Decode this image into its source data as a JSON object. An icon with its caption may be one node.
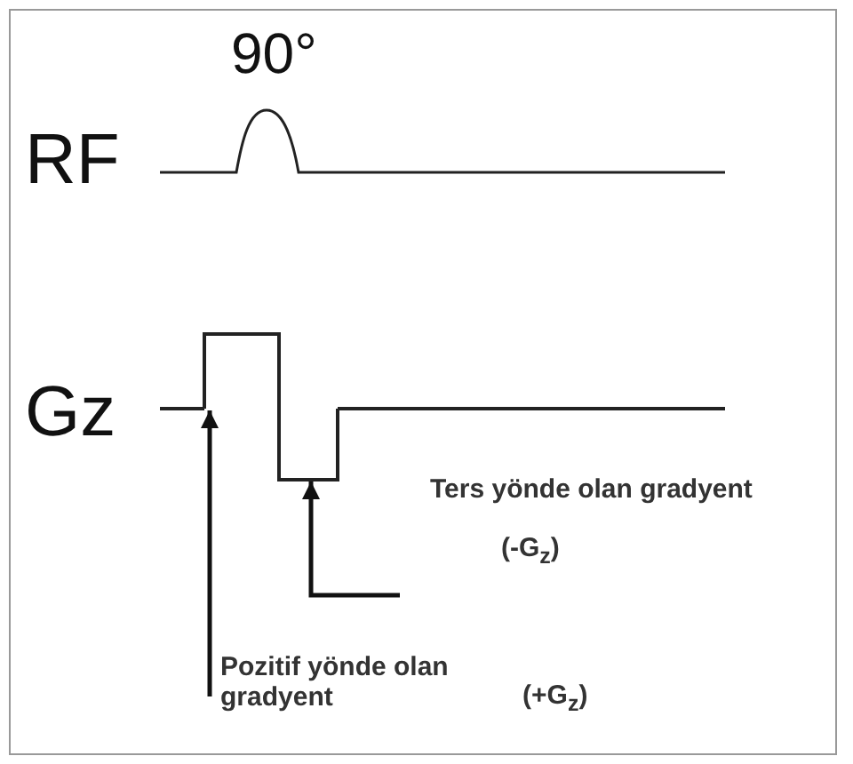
{
  "diagram": {
    "nodes": [
      {
        "text": [],
        "shape": "box"
      },
      {
        "text": [],
        "shape": "box"
      },
      {
        "text": [
          "Ters yönde olan gradyent"
        ],
        "beside": [
          "(-G$_{z}$)"
        ]
      },
      {
        "text": [
          "Pozitif yönde olan gradyent"
        ],
        "beside": [
          "(+G$_{z}$)"
        ]
      }
    ],
    "edges": [
      {
        "from": 2,
        "to": 1,
        "arrow": "to"
      },
      {
        "from": 3,
        "to": 0,
        "arrow": "to"
      }
    ],
    "labels": [
      "90°",
      "RF",
      "Gz"
    ]
  }
}
